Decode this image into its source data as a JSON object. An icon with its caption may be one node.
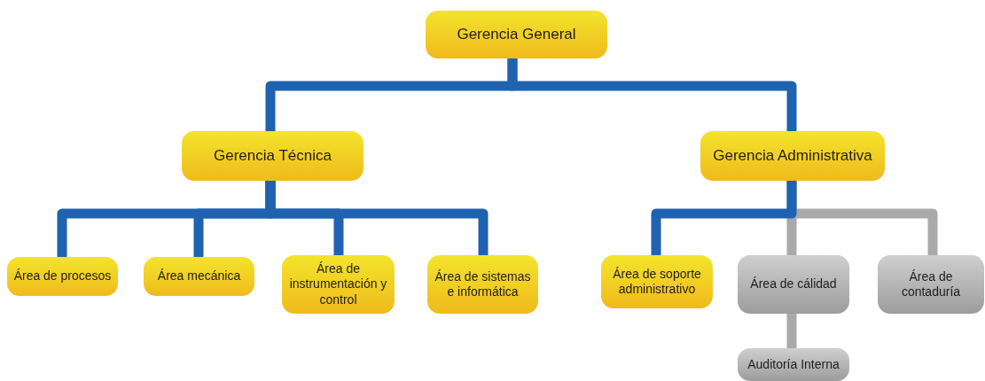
{
  "diagram": {
    "nodes": [
      {
        "text": [
          "Gerencia General"
        ]
      },
      {
        "text": [
          "Gerencia Técnica"
        ]
      },
      {
        "text": [
          "Gerencia Administrativa"
        ]
      },
      {
        "text": [
          "Área de procesos"
        ]
      },
      {
        "text": [
          "Área mecánica"
        ]
      },
      {
        "text": [
          "Área de instrumentación y control"
        ]
      },
      {
        "text": [
          "Área de sistemas e informática"
        ]
      },
      {
        "text": [
          "Área de soporte administrativo"
        ]
      },
      {
        "text": [
          "Área de cálidad"
        ]
      },
      {
        "text": [
          "Área de contaduría"
        ]
      },
      {
        "text": [
          "Auditoría Interna"
        ]
      }
    ],
    "edges": [
      {
        "from": 0,
        "to": 1,
        "arrow": "none"
      },
      {
        "from": 0,
        "to": 2,
        "arrow": "none"
      },
      {
        "from": 1,
        "to": 3,
        "arrow": "none"
      },
      {
        "from": 1,
        "to": 4,
        "arrow": "none"
      },
      {
        "from": 1,
        "to": 5,
        "arrow": "none"
      },
      {
        "from": 1,
        "to": 6,
        "arrow": "none"
      },
      {
        "from": 2,
        "to": 7,
        "arrow": "none"
      },
      {
        "from": 2,
        "to": 8,
        "arrow": "none",
        "color": "#a9a9a9"
      },
      {
        "from": 2,
        "to": 9,
        "arrow": "none",
        "color": "#a9a9a9"
      },
      {
        "from": 8,
        "to": 10,
        "arrow": "none",
        "color": "#a9a9a9"
      }
    ]
  }
}
